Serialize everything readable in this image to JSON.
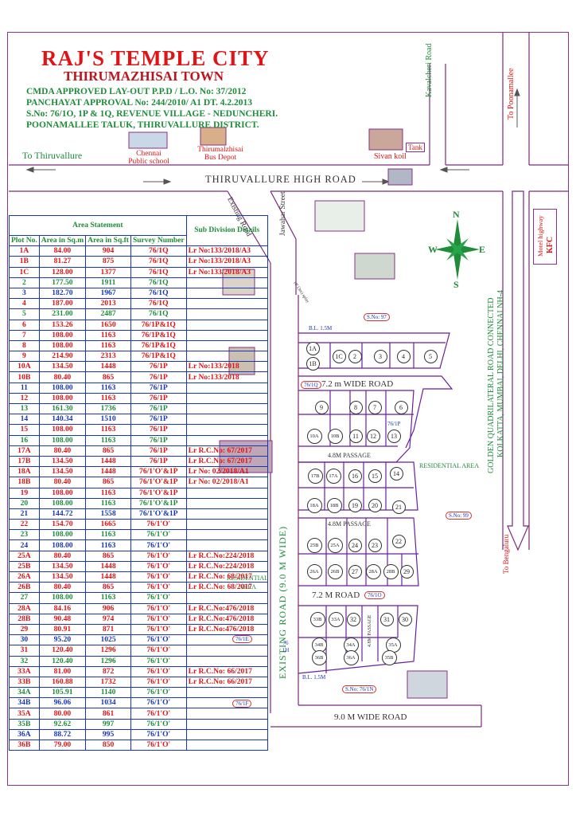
{
  "header": {
    "title": "RAJ'S TEMPLE CITY",
    "town": "THIRUMAZHISAI TOWN",
    "lines": [
      "CMDA APPROVED LAY-OUT    P.P.D / L.O. No: 37/2012",
      "PANCHAYAT APPROVAL No: 244/2010/ A1 DT. 4.2.2013",
      "S.No: 76/1O, 1P & 1Q, REVENUE VILLAGE - NEDUNCHERI.",
      "POONAMALLEE TALUK, THIRUVALLURE DISTRICT."
    ]
  },
  "map_labels": {
    "to_thiruvallure": "To Thiruvallure",
    "to_poonamallee": "To Poonamallee",
    "to_bengaluru": "To Bengaluru",
    "kavalcheri_road": "Kavalcheri Road",
    "chennai_school": "Chennai Public school",
    "bus_depot": "Thirumalzhisai Bus Depot",
    "sivan_koil": "Sivan koil",
    "tank": "Tank",
    "high_road": "THIRUVALLURE  HIGH  ROAD",
    "motel_highway": "Motel highway",
    "kfc": "KFC",
    "existing_road_diag": "Existing Road",
    "jawahar_street": "Jawahar Street",
    "gq_road_1": "GOLDEN QUADRILATERAL ROAD CONNECTED",
    "gq_road_2": "KOLKATTA, MUMBAI, DELHI, CHENNAI  NH-4",
    "existing_road_main": "EXISTING  ROAD  (9.0 M WIDE)",
    "residential_area_left": "RESIDENTIAL AREA",
    "residential_area_right": "RESIDENTIAL AREA",
    "wide_road_72_top": "7.2 m   WIDE ROAD",
    "road_72_mid": "7.2 M   ROAD",
    "wide_road_90": "9.0 M  WIDE  ROAD",
    "passage_1": "4.8M PASSAGE",
    "passage_2": "4.8M PASSAGE",
    "passage_vert": "4.8M PASSAGE",
    "bl_top": "B.L. 1.5M",
    "bl_bottom": "B.L. 1.5M",
    "sno_97": "S.No: 97",
    "sno_99": "S.No: 99",
    "sno_76_1n": "S.No: 76/1N",
    "s_76_1q": "76/1Q",
    "s_76_1p": "76/1P",
    "s_76_1o": "76/1O",
    "s_76_1e": "76/1E",
    "s_76_1f": "76/1F",
    "s_76_1h": "76\n1H",
    "splay": "10' (3m) splay",
    "compass": {
      "n": "N",
      "s": "S",
      "e": "E",
      "w": "W"
    }
  },
  "area_statement": {
    "title": "Area Statement",
    "headers": [
      "Plot No.",
      "Area in Sq.m",
      "Area in Sq.ft",
      "Survey Number",
      "Sub Division Details"
    ],
    "rows": [
      [
        "1A",
        "84.00",
        "904",
        "76/1Q",
        "Lr No:133/2018/A3"
      ],
      [
        "1B",
        "81.27",
        "875",
        "76/1Q",
        "Lr No:133/2018/A3"
      ],
      [
        "1C",
        "128.00",
        "1377",
        "76/1Q",
        "Lr No:133/2018/A3"
      ],
      [
        "2",
        "177.50",
        "1911",
        "76/1Q",
        ""
      ],
      [
        "3",
        "182.70",
        "1967",
        "76/1Q",
        ""
      ],
      [
        "4",
        "187.00",
        "2013",
        "76/1Q",
        ""
      ],
      [
        "5",
        "231.00",
        "2487",
        "76/1Q",
        ""
      ],
      [
        "6",
        "153.26",
        "1650",
        "76/1P&1Q",
        ""
      ],
      [
        "7",
        "108.00",
        "1163",
        "76/1P&1Q",
        ""
      ],
      [
        "8",
        "108.00",
        "1163",
        "76/1P&1Q",
        ""
      ],
      [
        "9",
        "214.90",
        "2313",
        "76/1P&1Q",
        ""
      ],
      [
        "10A",
        "134.50",
        "1448",
        "76/1P",
        "Lr No:133/2018"
      ],
      [
        "10B",
        "80.40",
        "865",
        "76/1P",
        "Lr No:133/2018"
      ],
      [
        "11",
        "108.00",
        "1163",
        "76/1P",
        ""
      ],
      [
        "12",
        "108.00",
        "1163",
        "76/1P",
        ""
      ],
      [
        "13",
        "161.30",
        "1736",
        "76/1P",
        ""
      ],
      [
        "14",
        "140.34",
        "1510",
        "76/1P",
        ""
      ],
      [
        "15",
        "108.00",
        "1163",
        "76/1P",
        ""
      ],
      [
        "16",
        "108.00",
        "1163",
        "76/1P",
        ""
      ],
      [
        "17A",
        "80.40",
        "865",
        "76/1P",
        "Lr R.C.No: 67/2017"
      ],
      [
        "17B",
        "134.50",
        "1448",
        "76/1P",
        "Lr R.C.No: 67/2017"
      ],
      [
        "18A",
        "134.50",
        "1448",
        "76/1'O'&1P",
        "Lr No: 02/2018/A1"
      ],
      [
        "18B",
        "80.40",
        "865",
        "76/1'O'&1P",
        "Lr No: 02/2018/A1"
      ],
      [
        "19",
        "108.00",
        "1163",
        "76/1'O'&1P",
        ""
      ],
      [
        "20",
        "108.00",
        "1163",
        "76/1'O'&1P",
        ""
      ],
      [
        "21",
        "144.72",
        "1558",
        "76/1'O'&1P",
        ""
      ],
      [
        "22",
        "154.70",
        "1665",
        "76/1'O'",
        ""
      ],
      [
        "23",
        "108.00",
        "1163",
        "76/1'O'",
        ""
      ],
      [
        "24",
        "108.00",
        "1163",
        "76/1'O'",
        ""
      ],
      [
        "25A",
        "80.40",
        "865",
        "76/1'O'",
        "Lr R.C.No:224/2018"
      ],
      [
        "25B",
        "134.50",
        "1448",
        "76/1'O'",
        "Lr R.C.No:224/2018"
      ],
      [
        "26A",
        "134.50",
        "1448",
        "76/1'O'",
        "Lr R.C.No: 68/2017"
      ],
      [
        "26B",
        "80.40",
        "865",
        "76/1'O'",
        "Lr R.C.No: 68/2017"
      ],
      [
        "27",
        "108.00",
        "1163",
        "76/1'O'",
        ""
      ],
      [
        "28A",
        "84.16",
        "906",
        "76/1'O'",
        "Lr R.C.No:476/2018"
      ],
      [
        "28B",
        "90.48",
        "974",
        "76/1'O'",
        "Lr R.C.No:476/2018"
      ],
      [
        "29",
        "80.91",
        "871",
        "76/1'O'",
        "Lr R.C.No:476/2018"
      ],
      [
        "30",
        "95.20",
        "1025",
        "76/1'O'",
        ""
      ],
      [
        "31",
        "120.40",
        "1296",
        "76/1'O'",
        ""
      ],
      [
        "32",
        "120.40",
        "1296",
        "76/1'O'",
        ""
      ],
      [
        "33A",
        "81.00",
        "872",
        "76/1'O'",
        "Lr R.C.No: 66/2017"
      ],
      [
        "33B",
        "160.88",
        "1732",
        "76/1'O'",
        "Lr R.C.No: 66/2017"
      ],
      [
        "34A",
        "105.91",
        "1140",
        "76/1'O'",
        ""
      ],
      [
        "34B",
        "96.06",
        "1034",
        "76/1'O'",
        ""
      ],
      [
        "35A",
        "80.00",
        "861",
        "76/1'O'",
        ""
      ],
      [
        "35B",
        "92.62",
        "997",
        "76/1'O'",
        ""
      ],
      [
        "36A",
        "88.72",
        "995",
        "76/1'O'",
        ""
      ],
      [
        "36B",
        "79.00",
        "850",
        "76/1'O'",
        ""
      ]
    ]
  },
  "plots": [
    "1A",
    "1B",
    "1C",
    "2",
    "3",
    "4",
    "5",
    "6",
    "7",
    "8",
    "9",
    "10A",
    "10B",
    "11",
    "12",
    "13",
    "14",
    "15",
    "16",
    "17A",
    "17B",
    "18A",
    "18B",
    "19",
    "20",
    "21",
    "22",
    "23",
    "24",
    "25A",
    "25B",
    "26A",
    "26B",
    "27",
    "28A",
    "28B",
    "29",
    "30",
    "31",
    "32",
    "33A",
    "33B",
    "34A",
    "34B",
    "35A",
    "35B",
    "36A",
    "36B"
  ],
  "colors": {
    "frame": "#8a2f8a",
    "title": "#e01414",
    "info": "#1f8c3a",
    "table_border": "#1a36b8",
    "road": "#7a2a7a",
    "layout_line": "#6a1e9e"
  }
}
